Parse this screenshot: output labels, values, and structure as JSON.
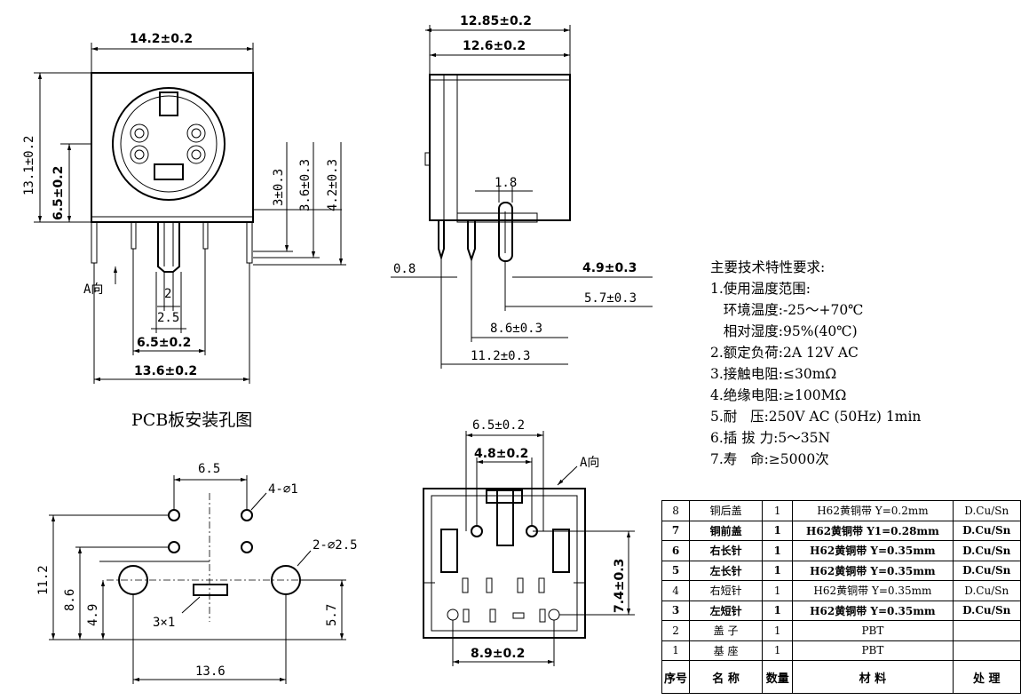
{
  "front_view": {
    "dims": [
      "14.2±0.2",
      "13.1±0.2",
      "6.5±0.2",
      "3±0.3",
      "3.6±0.3",
      "4.2±0.3",
      "2",
      "2.5",
      "6.5±0.2",
      "13.6±0.2"
    ],
    "direction_label": "A向"
  },
  "side_view": {
    "dims": [
      "12.85±0.2",
      "12.6±0.2",
      "1.8",
      "0.8",
      "4.9±0.3",
      "5.7±0.3",
      "8.6±0.3",
      "11.2±0.3"
    ]
  },
  "pcb_layout": {
    "title": "PCB板安装孔图",
    "dims": [
      "6.5",
      "4-⌀1",
      "2-⌀2.5",
      "11.2",
      "8.6",
      "4.9",
      "5.7",
      "3×1",
      "13.6"
    ]
  },
  "bottom_view": {
    "dims": [
      "6.5±0.2",
      "4.8±0.2",
      "A向",
      "7.4±0.3",
      "8.9±0.2"
    ]
  },
  "specs": {
    "title": "主要技术特性要求:",
    "lines": [
      "1.使用温度范围:",
      "   环境温度:-25～+70℃",
      "   相对湿度:95%(40℃)",
      "2.额定负荷:2A 12V AC",
      "3.接触电阻:≤30mΩ",
      "4.绝缘电阻:≥100MΩ",
      "5.耐   压:250V AC (50Hz) 1min",
      "6.插 拔 力:5～35N",
      "7.寿   命:≥5000次"
    ]
  },
  "bom": {
    "rows": [
      {
        "no": "8",
        "name": "铜后盖",
        "qty": "1",
        "material": "H62黄铜带 Y=0.2mm",
        "finish": "D.Cu/Sn",
        "bold": false
      },
      {
        "no": "7",
        "name": "铜前盖",
        "qty": "1",
        "material": "H62黄铜带 Y1=0.28mm",
        "finish": "D.Cu/Sn",
        "bold": true
      },
      {
        "no": "6",
        "name": "右长针",
        "qty": "1",
        "material": "H62黄铜带 Y=0.35mm",
        "finish": "D.Cu/Sn",
        "bold": true
      },
      {
        "no": "5",
        "name": "左长针",
        "qty": "1",
        "material": "H62黄铜带 Y=0.35mm",
        "finish": "D.Cu/Sn",
        "bold": true
      },
      {
        "no": "4",
        "name": "右短针",
        "qty": "1",
        "material": "H62黄铜带 Y=0.35mm",
        "finish": "D.Cu/Sn",
        "bold": false
      },
      {
        "no": "3",
        "name": "左短针",
        "qty": "1",
        "material": "H62黄铜带 Y=0.35mm",
        "finish": "D.Cu/Sn",
        "bold": true
      },
      {
        "no": "2",
        "name": "盖 子",
        "qty": "1",
        "material": "PBT",
        "finish": "",
        "bold": false
      },
      {
        "no": "1",
        "name": "基 座",
        "qty": "1",
        "material": "PBT",
        "finish": "",
        "bold": false
      }
    ],
    "header": {
      "no": "序号",
      "name": "名  称",
      "qty": "数量",
      "material": "材   料",
      "finish": "处   理"
    }
  }
}
